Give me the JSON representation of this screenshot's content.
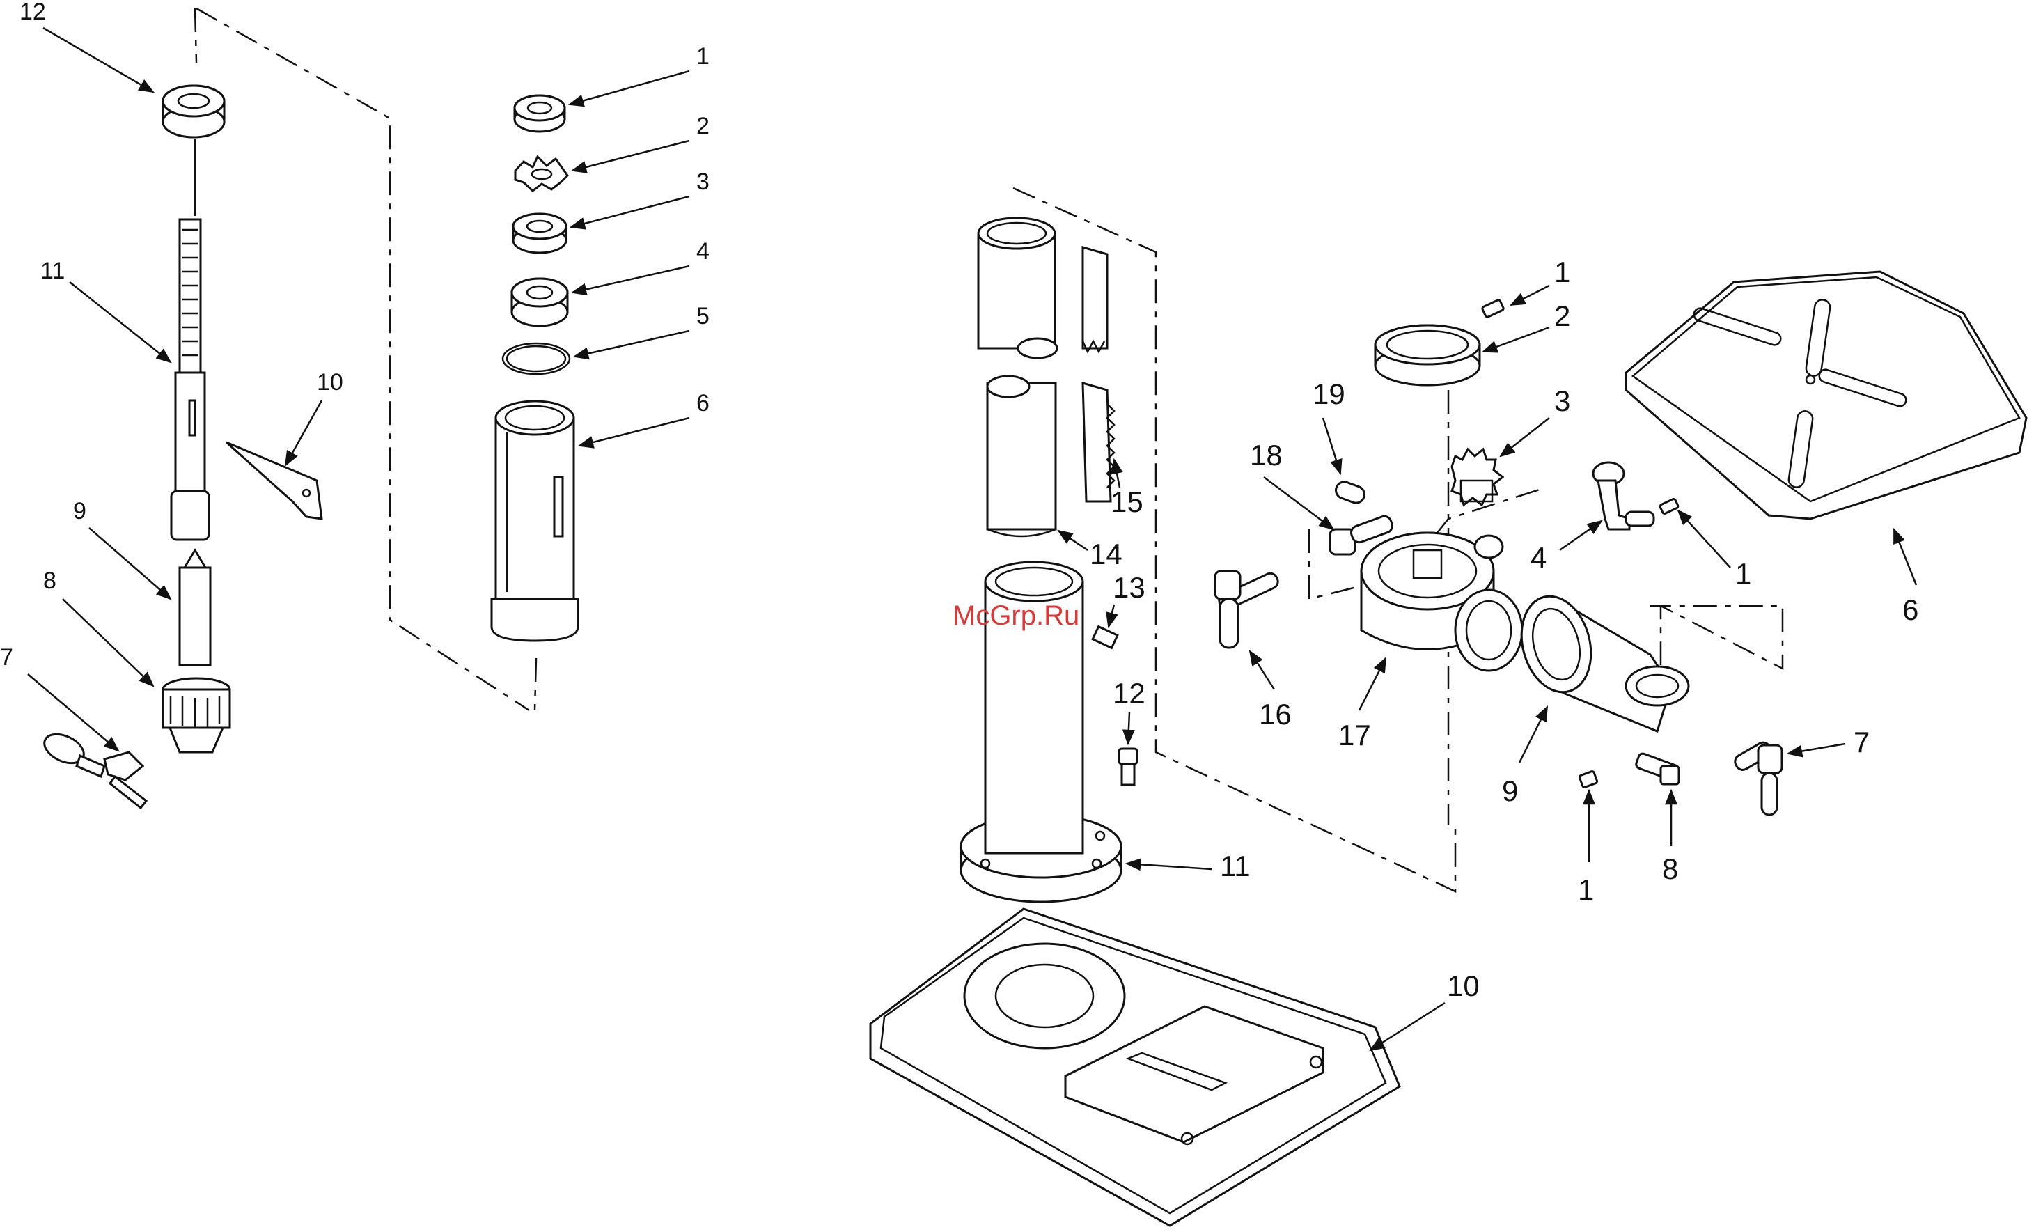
{
  "left_assembly": {
    "labels": [
      "12",
      "11",
      "10",
      "9",
      "8",
      "7"
    ]
  },
  "center_assembly": {
    "labels": [
      "1",
      "2",
      "3",
      "4",
      "5",
      "6"
    ]
  },
  "right_assembly": {
    "labels": [
      "15",
      "14",
      "13",
      "12",
      "11",
      "10"
    ]
  },
  "bracket_assembly": {
    "labels": [
      "1",
      "2",
      "19",
      "18",
      "3",
      "4",
      "1",
      "6",
      "16",
      "17",
      "9",
      "7",
      "1",
      "8"
    ]
  },
  "watermark": "McGrp.Ru",
  "colors": {
    "ink": "#111111",
    "watermark": "#d33b3b"
  }
}
